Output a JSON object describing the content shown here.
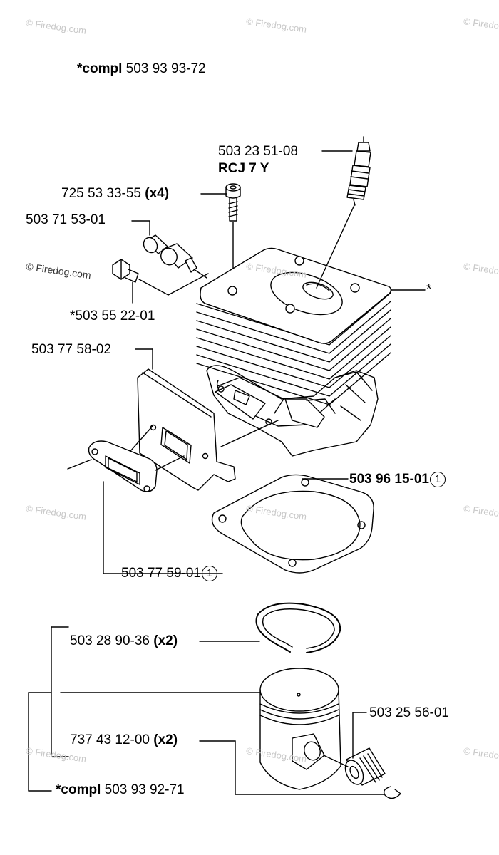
{
  "watermark": "© Firedog.com",
  "assembly_top": {
    "prefix": "*compl",
    "number": "503 93 93-72"
  },
  "spark_plug": {
    "number": "503 23 51-08",
    "type": "RCJ 7 Y"
  },
  "screw": {
    "number": "725 53 33-55",
    "qty": "(x4)"
  },
  "valve": {
    "number": "503 71 53-01"
  },
  "plug_nut": {
    "number": "*503 55 22-01"
  },
  "cylinder_marker": "*",
  "plate": {
    "number": "503 77 58-02"
  },
  "cylinder_gasket": {
    "number": "503 96 15-01",
    "note": "1"
  },
  "exhaust_gasket": {
    "number": "503 77 59-01",
    "note": "1"
  },
  "piston_ring": {
    "number": "503 28 90-36",
    "qty": "(x2)"
  },
  "bearing": {
    "number": "503 25 56-01"
  },
  "circlip": {
    "number": "737 43 12-00",
    "qty": "(x2)"
  },
  "assembly_bottom": {
    "prefix": "*compl",
    "number": "503 93 92-71"
  }
}
